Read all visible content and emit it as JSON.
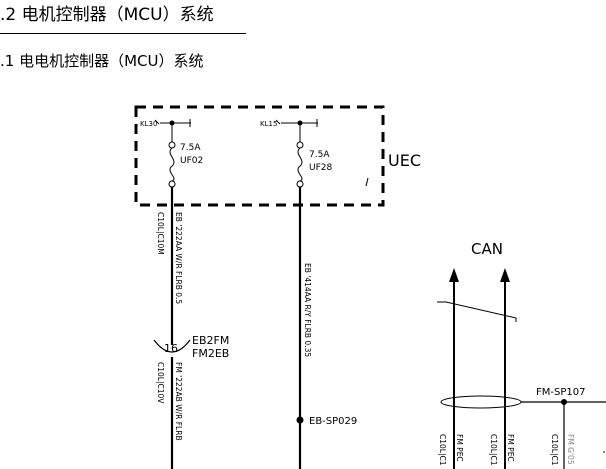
{
  "header": {
    "section_title": ".2 电机控制器（MCU）系统",
    "subsection_title": ".1 电电机控制器（MCU）系统"
  },
  "diagram": {
    "uec_label": "UEC",
    "fuse_a": {
      "rail": "KL30",
      "rating": "7.5A",
      "id": "UF02"
    },
    "fuse_b": {
      "rail": "KL15",
      "rating": "7.5A",
      "id": "UF28"
    },
    "wire_a_upper": {
      "code": "C10L|C10M",
      "spec": "EB '222AA W/R FLRB 0.5"
    },
    "connector": {
      "pin": "16",
      "name_a": "EB2FM",
      "name_b": "FM2EB"
    },
    "wire_a_lower": {
      "code": "C10L|C10V",
      "spec": "FM '222AB W/R FLRB"
    },
    "wire_b": {
      "spec": "EB '414AA R/Y FLRB 0.35"
    },
    "splice_b": "EB-SP029",
    "can_label": "CAN",
    "splice_c": "FM-SP107",
    "bottom_labels": {
      "a_code": "C10L|C1",
      "a_text": "FM PEC",
      "b_code": "C10L|C1",
      "b_text": "FM PEC",
      "c_code": "C10L|C1",
      "c_text": "FM G'05"
    }
  },
  "colors": {
    "ink": "#000000",
    "background": "#ffffff"
  }
}
